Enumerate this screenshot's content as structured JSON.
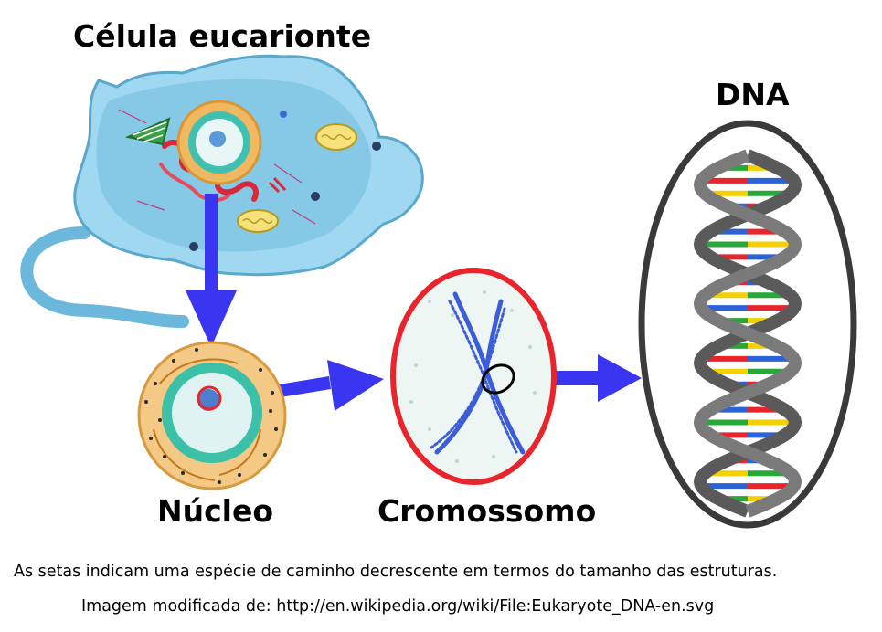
{
  "labels": {
    "cell": "Célula eucarionte",
    "dna": "DNA",
    "nucleus": "Núcleo",
    "chromosome": "Cromossomo"
  },
  "captions": {
    "arrows_note": "As setas indicam uma espécie de caminho decrescente em termos do tamanho das estruturas.",
    "source": "Imagem modificada de: http://en.wikipedia.org/wiki/File:Eukaryote_DNA-en.svg"
  },
  "colors": {
    "arrow": "#3a35f0",
    "cell_body": "#7ec8e8",
    "nucleus_ring": "#f5c070",
    "chromosome_ring": "#e8242c",
    "chromosome": "#3c5cd8",
    "dna_ellipse": "#3a3a3a",
    "dna_backbone": "#5a5a5a",
    "base_pairs": [
      "#e8242c",
      "#f4d000",
      "#2a62d8",
      "#28a838"
    ]
  }
}
